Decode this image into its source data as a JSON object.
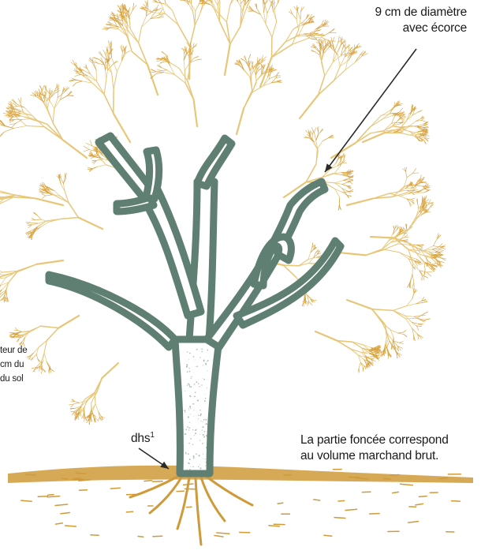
{
  "labels": {
    "diameter": {
      "line1": "9 cm de diamètre",
      "line2": "avec écorce"
    },
    "height_fragment": {
      "line1": "teur de",
      "line2": "cm du",
      "line3": "du sol"
    },
    "dhs": {
      "text": "dhs",
      "superscript": "1"
    },
    "note": {
      "line1": "La partie foncée correspond",
      "line2": "au volume marchand brut."
    }
  },
  "colors": {
    "crown": "#d9a441",
    "crown_light": "#e8c678",
    "trunk": "#5f7f72",
    "trunk_fill": "#ffffff",
    "soil": "#cf9a3a",
    "arrow": "#2a2a2a"
  }
}
